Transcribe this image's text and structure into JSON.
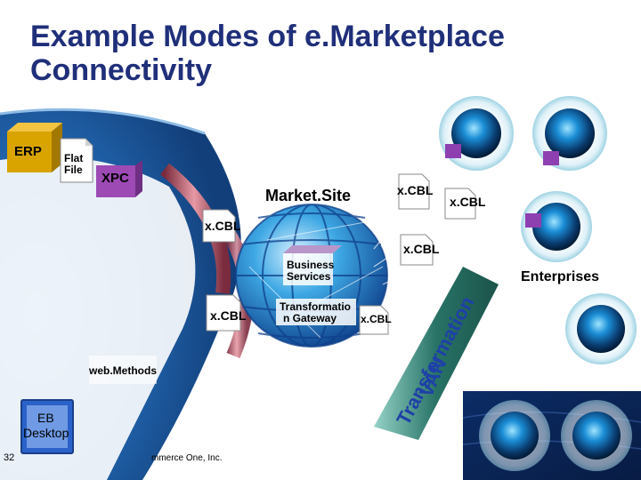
{
  "title": "Example Modes of e.Marketplace Connectivity",
  "labels": {
    "erp": "ERP",
    "flat_file": "Flat File",
    "xpc": "XPC",
    "marketsite": "Market.Site",
    "xcbl_top": "x.CBL",
    "xcbl_right_top": "x.CBL",
    "xcbl_left_mid": "x.CBL",
    "xcbl_right_mid": "x.CBL",
    "xcbl_left_low": "x.CBL",
    "xcbl_center_low": "x.CBL",
    "business_services": "Business Services",
    "transformation_gateway": "Transformatio n Gateway",
    "enterprises": "Enterprises",
    "van": "VAN",
    "transformation_band": "Transformation",
    "web_methods": "web.Methods",
    "eb_desktop": "EB Desktop",
    "page_number": "32",
    "footer": "mmerce One, Inc."
  },
  "colors": {
    "title": "#1f2f7a",
    "erp_box": "#d9a400",
    "xpc_box": "#9d4ab5",
    "eb_box": "#2a62c9",
    "teal_band": "#1d6b5e",
    "enterprise_node": "#1a7fc0"
  }
}
